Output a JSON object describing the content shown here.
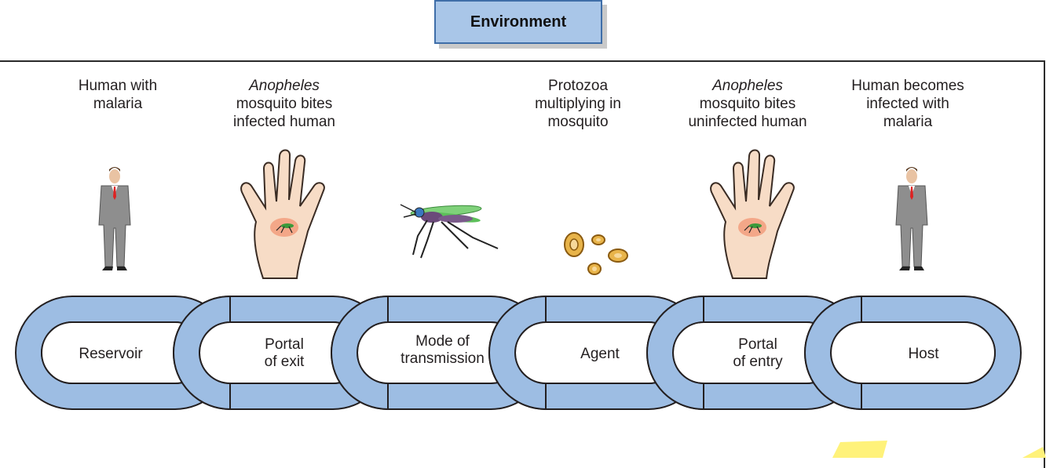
{
  "environment": {
    "label": "Environment"
  },
  "captions": [
    {
      "id": "reservoir",
      "italic": "",
      "text": "Human with\nmalaria"
    },
    {
      "id": "exit",
      "italic": "Anopheles",
      "text": "mosquito bites\ninfected human"
    },
    {
      "id": "agent",
      "italic": "",
      "text": "Protozoa\nmultiplying in\nmosquito"
    },
    {
      "id": "entry",
      "italic": "Anopheles",
      "text": "mosquito bites\nuninfected human"
    },
    {
      "id": "host",
      "italic": "",
      "text": "Human becomes\ninfected with\nmalaria"
    }
  ],
  "chain": [
    {
      "label": "Reservoir"
    },
    {
      "label": "Portal\nof exit"
    },
    {
      "label": "Mode of\ntransmission"
    },
    {
      "label": "Agent"
    },
    {
      "label": "Portal\nof entry"
    },
    {
      "label": "Host"
    }
  ],
  "colors": {
    "chain_fill": "#9dbde3",
    "chain_stroke": "#231f20",
    "box_fill": "#a9c6e8",
    "hand": "#f7dcc6",
    "suit": "#8a8a8a"
  },
  "icons": [
    "human-figure-icon",
    "hand-with-mosquito-icon",
    "mosquito-icon",
    "protozoa-icon",
    "hand-with-mosquito-icon",
    "human-figure-icon"
  ]
}
